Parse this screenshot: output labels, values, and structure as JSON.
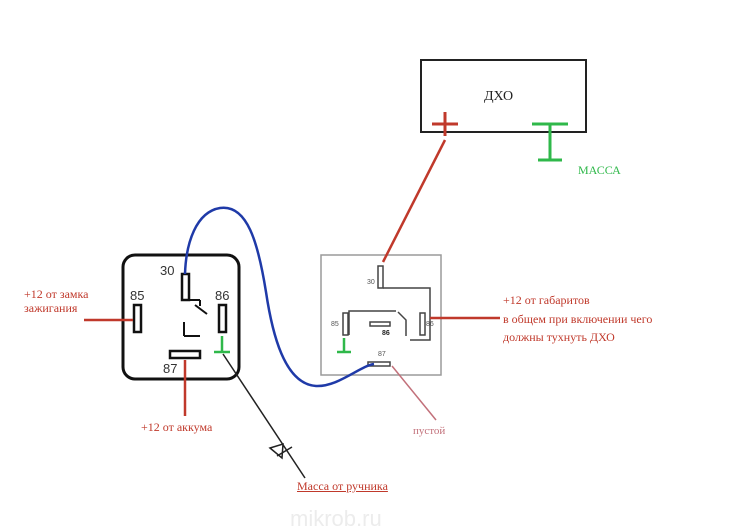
{
  "dho_box": {
    "label": "ДХО"
  },
  "mass_label": "МАССА",
  "relay1": {
    "pins": [
      "30",
      "85",
      "86",
      "87"
    ]
  },
  "relay2": {
    "pins": [
      "30",
      "85",
      "86",
      "86",
      "87"
    ]
  },
  "labels": {
    "ignition_line1": "+12 от замка",
    "ignition_line2": "зажигания",
    "battery": "+12 от аккума",
    "handbrake_ground": "Масса от ручника",
    "sidelights_line1": "+12 от габаритов",
    "sidelights_line2": "в общем при включении чего",
    "sidelights_line3": "должны тухнуть ДХО",
    "empty": "пустой"
  },
  "watermark": "mikrob.ru",
  "colors": {
    "red": "#c0392b",
    "green": "#2fb84a",
    "blue": "#1f3aa8",
    "box": "#222222"
  }
}
